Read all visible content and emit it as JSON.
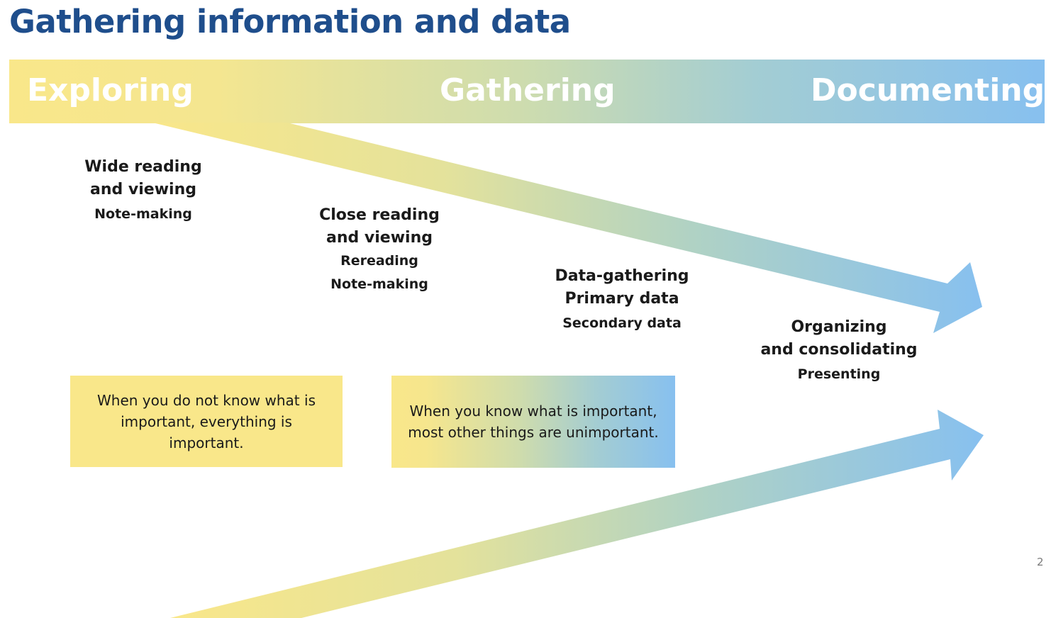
{
  "title": "Gathering information and data",
  "phases": [
    "Exploring",
    "Gathering",
    "Documenting"
  ],
  "stages": [
    {
      "heading": "Wide reading\nand viewing",
      "subs": [
        "Note-making"
      ]
    },
    {
      "heading": "Close reading\nand viewing",
      "subs": [
        "Rereading",
        "Note-making"
      ]
    },
    {
      "heading": "Data-gathering\nPrimary data",
      "subs": [
        "Secondary data"
      ]
    },
    {
      "heading": "Organizing\nand consolidating",
      "subs": [
        "Presenting"
      ]
    }
  ],
  "notes": [
    "When you do not know what is important, everything is important.",
    "When you know what is important, most other things are unimportant."
  ],
  "page_number": "2",
  "colors": {
    "title": "#1f4e8c",
    "yellow": "#f9e78a",
    "blue": "#87c0ef"
  }
}
